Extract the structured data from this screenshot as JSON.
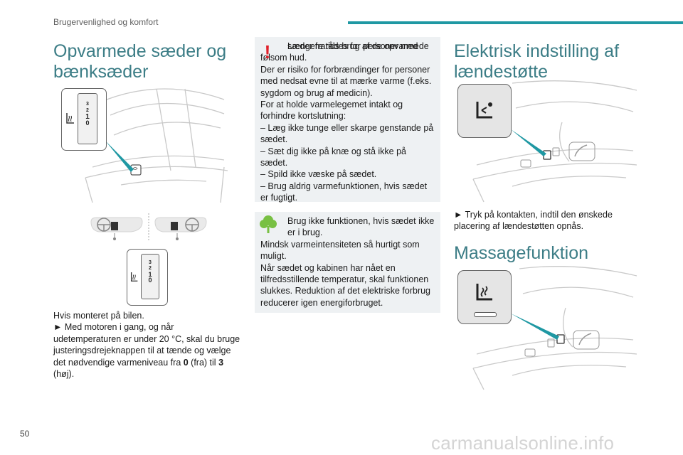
{
  "header": {
    "section": "Brugervenlighed og komfort"
  },
  "page": {
    "number": "50"
  },
  "watermark": "carmanualsonline.info",
  "col1": {
    "title_line1": "Opvarmede sæder og",
    "title_line2": "bænksæder",
    "dial_marks": [
      "3",
      "2",
      "1",
      "0"
    ],
    "para_1": "Hvis monteret på bilen.",
    "para_2_a": "► Med motoren i gang, og når udetemperaturen er under 20 °C, skal du bruge justeringsdrejeknappen til at tænde og vælge det nødvendige varmeniveau fra ",
    "para_2_b": "0",
    "para_2_c": " (fra) til ",
    "para_2_d": "3",
    "para_2_e": " (høj)."
  },
  "col2": {
    "warning": {
      "icon": "warning-exclamation-icon",
      "line_1": "Længere tids brug af de opvarmede",
      "line_2": "sæder frarådes for personer med følsom hud.",
      "line_3": "Der er risiko for forbrændinger for personer med nedsat evne til at mærke varme (f.eks. sygdom og brug af medicin).",
      "line_4": "For at holde varmelegemet intakt og forhindre kortslutning:",
      "bullet_1": "–  Læg ikke tunge eller skarpe genstande på sædet.",
      "bullet_2": "–  Sæt dig ikke på knæ og stå ikke på sædet.",
      "bullet_3": "–  Spild ikke væske på sædet.",
      "bullet_4": "–  Brug aldrig varmefunktionen, hvis sædet er fugtigt."
    },
    "eco": {
      "icon": "eco-tree-icon",
      "line_1": "Brug ikke funktionen, hvis sædet ikke",
      "line_2": "er i brug.",
      "line_3": "Mindsk varmeintensiteten så hurtigt som muligt.",
      "line_4": "Når sædet og kabinen har nået en tilfredsstillende temperatur, skal funktionen slukkes. Reduktion af det elektriske forbrug reducerer igen energiforbruget."
    }
  },
  "col3": {
    "lumbar_title_line1": "Elektrisk indstilling af",
    "lumbar_title_line2": "lændestøtte",
    "lumbar_text": "► Tryk på kontakten, indtil den ønskede placering af lændestøtten opnås.",
    "massage_title": "Massagefunktion"
  },
  "colors": {
    "accent": "#1f98a3",
    "title": "#3c7d86",
    "warning": "#e0202a",
    "eco": "#78c043",
    "note_bg": "#eef1f3"
  }
}
